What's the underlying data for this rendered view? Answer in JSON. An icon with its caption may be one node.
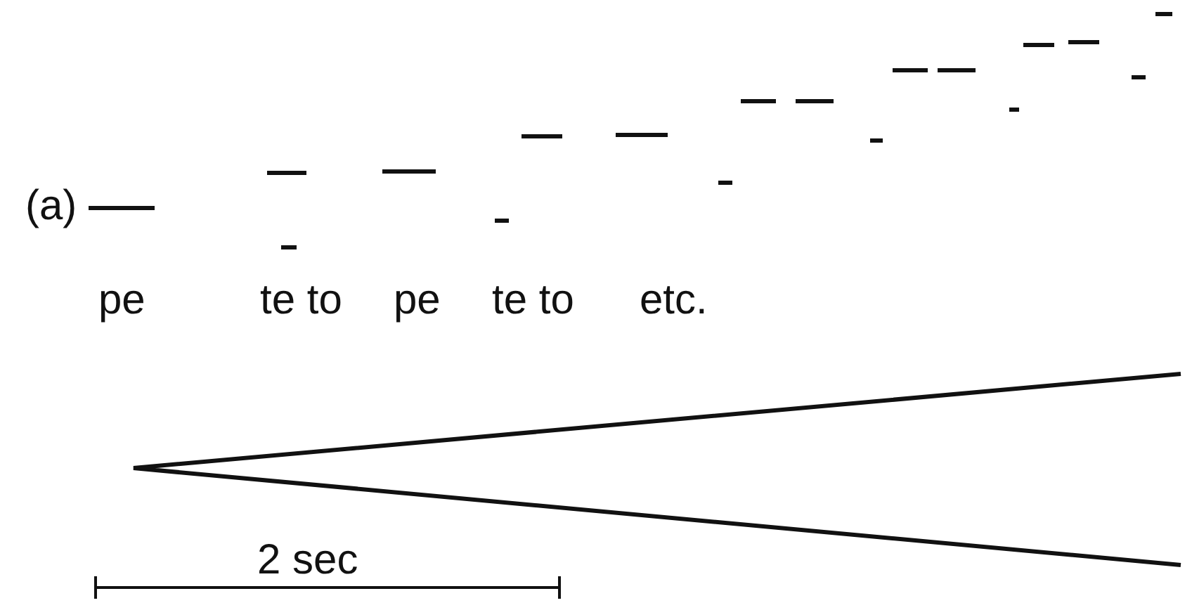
{
  "diagram": {
    "labels": [
      "(a)",
      "pe",
      "te to",
      "pe",
      "te to",
      "etc.",
      "2 sec"
    ]
  }
}
